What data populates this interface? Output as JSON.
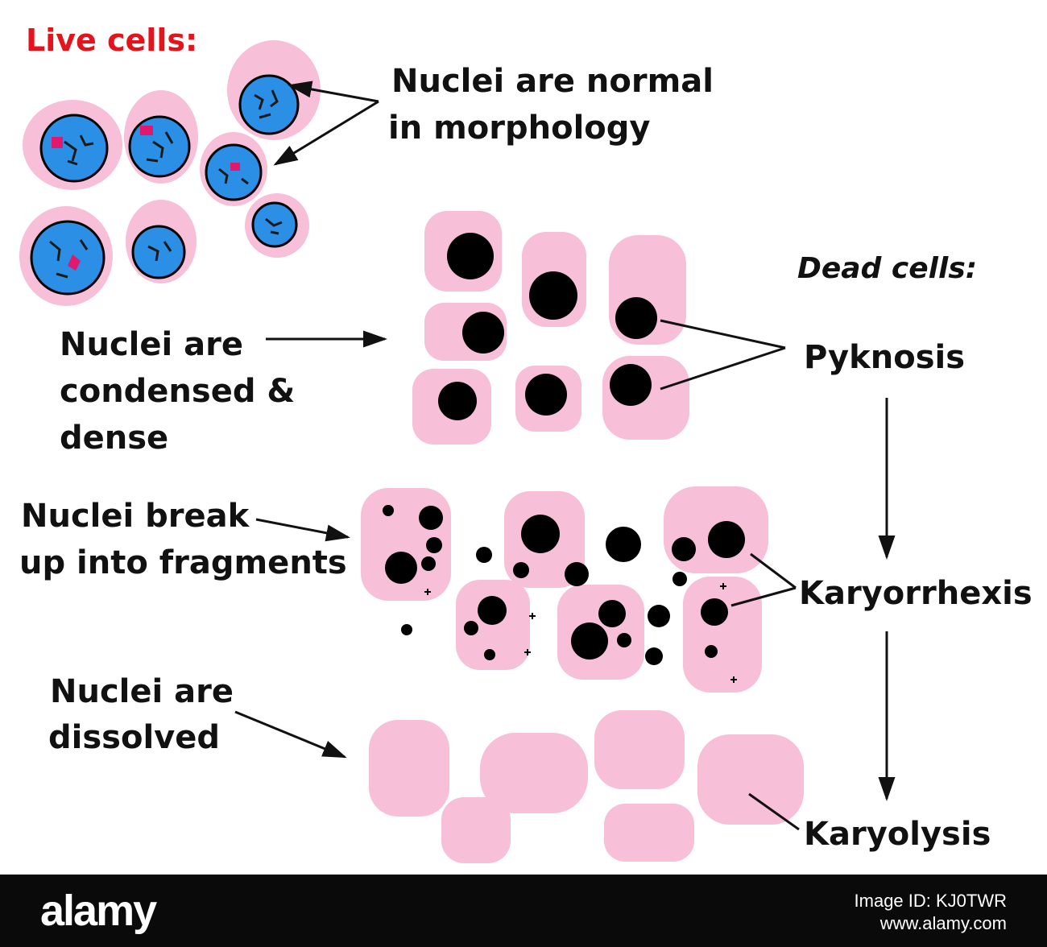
{
  "colors": {
    "cytoplasm": "#f7bfd8",
    "nucleus_live": "#2b8fe6",
    "nucleolus": "#e0186e",
    "nucleus_dead": "#000000",
    "live_label": "#e4141c",
    "text": "#111111"
  },
  "live": {
    "title": "Live cells:",
    "callout_line1": "Nuclei are normal",
    "callout_line2": "in morphology"
  },
  "dead": {
    "title": "Dead cells:",
    "condensed_line1": "Nuclei are",
    "condensed_line2": "condensed &",
    "condensed_line3": "dense",
    "pyknosis": "Pyknosis",
    "fragments_line1": "Nuclei break",
    "fragments_line2": "up into fragments",
    "karyorrhexis": "Karyorrhexis",
    "dissolved_line1": "Nuclei are",
    "dissolved_line2": "dissolved",
    "karyolysis": "Karyolysis"
  },
  "footer": {
    "brand": "alamy",
    "image_id": "Image ID: KJ0TWR",
    "url": "www.alamy.com"
  }
}
